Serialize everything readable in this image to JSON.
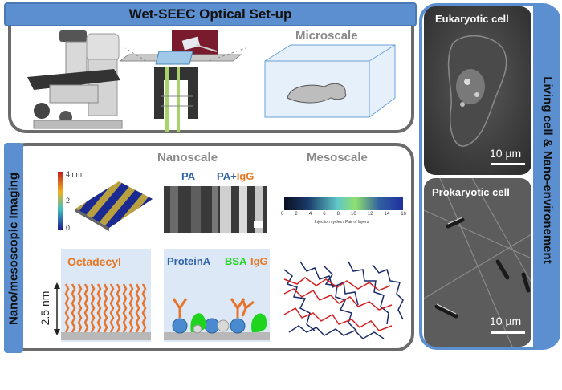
{
  "top_panel": {
    "title": "Wet-SEEC Optical Set-up",
    "microscale_label": "Microscale"
  },
  "left_vertical_label": "Nano/mesoscopic Imaging",
  "bottom_panel": {
    "nanoscale_label": "Nanoscale",
    "mesoscale_label": "Mesoscale",
    "afm": {
      "scale_top": "4 nm",
      "scale_mid": "2",
      "scale_bottom": "0"
    },
    "pa_label": "PA",
    "pa_plus": "PA+",
    "igg": "IgG",
    "colorbar": {
      "ticks": [
        "0",
        "2",
        "4",
        "6",
        "8",
        "10",
        "12",
        "14",
        "16"
      ],
      "caption": "Injection cycles / Pair of layers"
    },
    "octadecyl_label": "Octadecyl",
    "thickness_label": "2.5 nm",
    "proteina_label": "ProteinA",
    "bsa_label": "BSA",
    "igg_label": "IgG"
  },
  "right_panel": {
    "vertical_label": "Living cell & Nano-environement",
    "eukaryotic_label": "Eukaryotic cell",
    "prokaryotic_label": "Prokaryotic cell",
    "scale_top": "10 µm",
    "scale_bottom": "10 µm"
  },
  "colors": {
    "title_blue": "#5b8fd0",
    "label_blue": "#2f63a8",
    "label_orange": "#e87722",
    "label_green": "#1fd41f",
    "label_gray": "#8a8a8a"
  }
}
